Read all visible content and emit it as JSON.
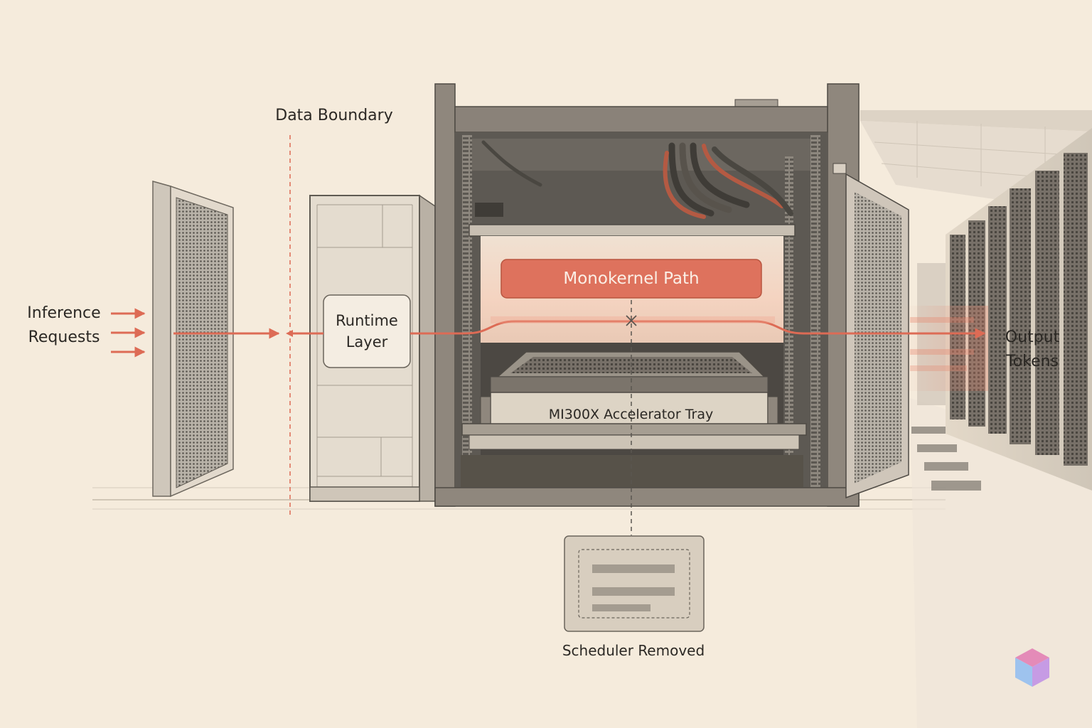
{
  "diagram": {
    "input_label": [
      "Inference",
      "Requests"
    ],
    "boundary_label": "Data Boundary",
    "runtime_label": [
      "Runtime",
      "Layer"
    ],
    "path_label": "Monokernel Path",
    "tray_label": "MI300X Accelerator Tray",
    "output_label": [
      "Output",
      "Tokens"
    ],
    "scheduler_label": "Scheduler Removed"
  },
  "colors": {
    "background": "#f5ebdc",
    "accent": "#dd6b55",
    "path_box": "#de725d",
    "rack_frame": "#8f877d",
    "ink": "#2b2824"
  },
  "icons": {
    "removed_marker": "x-mark-icon",
    "corner_logo": "cube-logo-icon"
  }
}
